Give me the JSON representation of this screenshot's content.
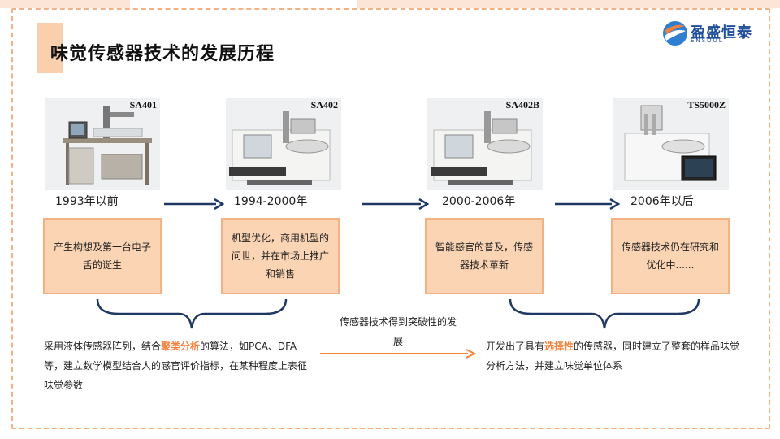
{
  "header": {
    "title": "味觉传感器技术的发展历程"
  },
  "logo": {
    "cn": "盈盛恒泰",
    "en": "ENSOUL"
  },
  "timeline": [
    {
      "model": "SA401",
      "era": "1993年以前",
      "desc": "产生构想及第一台电子舌的诞生"
    },
    {
      "model": "SA402",
      "era": "1994-2000年",
      "desc": "机型优化，商用机型的问世，并在市场上推广和销售"
    },
    {
      "model": "SA402B",
      "era": "2000-2006年",
      "desc": "智能感官的普及，传感器技术革新"
    },
    {
      "model": "TS5000Z",
      "era": "2006年以后",
      "desc": "传感器技术仍在研究和优化中......"
    }
  ],
  "summary": {
    "left": {
      "pre": "采用液体传感器阵列，结合",
      "hl": "聚类分析",
      "post": "的算法，如PCA、DFA等，建立数学模型结合人的感官评价指标，在某种程度上表征味觉参数"
    },
    "middle": "传感器技术得到突破性的发展",
    "right": {
      "pre": "开发出了具有",
      "hl": "选择性",
      "post": "的传感器，同时建立了整套的样品味觉分析方法，并建立味觉单位体系"
    }
  },
  "colors": {
    "accent": "#f4813c",
    "card_fill": "#fbd4b4",
    "card_border": "#f4b183",
    "arrow": "#1f3864",
    "brace": "#1f3864",
    "logo_blue": "#1f4e9a"
  }
}
